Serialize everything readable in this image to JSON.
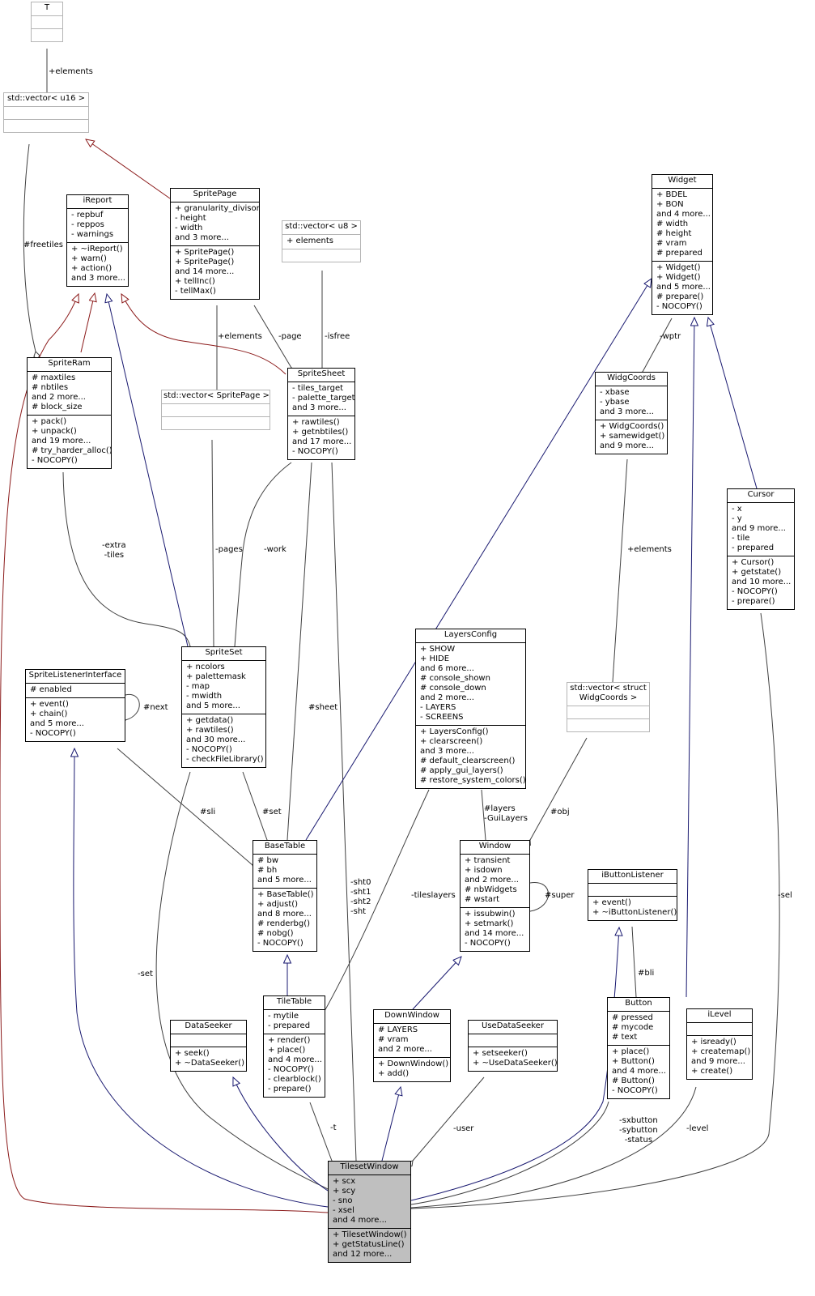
{
  "colors": {
    "inheritance_private": "#8b1a1a",
    "inheritance_public": "#191970",
    "usage": "#404040",
    "external_border": "#b5b5b5",
    "focus_fill": "#bfbfbf"
  },
  "classes": {
    "T": {
      "title": "T",
      "sections": [
        [],
        []
      ]
    },
    "vec_u16": {
      "title": "std::vector< u16 >",
      "sections": [
        [],
        []
      ]
    },
    "iReport": {
      "title": "iReport",
      "sections": [
        [
          "- repbuf",
          "- reppos",
          "- warnings"
        ],
        [
          "+ ~iReport()",
          "+ warn()",
          "+ action()",
          "and 3 more..."
        ]
      ]
    },
    "SpritePage": {
      "title": "SpritePage",
      "sections": [
        [
          "+ granularity_divisor",
          "- height",
          "- width",
          "and 3 more..."
        ],
        [
          "+ SpritePage()",
          "+ SpritePage()",
          "and 14 more...",
          "+ tellInc()",
          "- tellMax()"
        ]
      ]
    },
    "vec_u8": {
      "title": "std::vector< u8 >",
      "sections": [
        [
          "+ elements"
        ],
        []
      ]
    },
    "Widget": {
      "title": "Widget",
      "sections": [
        [
          "+ BDEL",
          "+ BON",
          "and 4 more...",
          "# width",
          "# height",
          "# vram",
          "# prepared"
        ],
        [
          "+ Widget()",
          "+ Widget()",
          "and 5 more...",
          "# prepare()",
          "- NOCOPY()"
        ]
      ]
    },
    "SpriteRam": {
      "title": "SpriteRam",
      "sections": [
        [
          "# maxtiles",
          "# nbtiles",
          "and 2 more...",
          "# block_size"
        ],
        [
          "+ pack()",
          "+ unpack()",
          "and 19 more...",
          "# try_harder_alloc()",
          "- NOCOPY()"
        ]
      ]
    },
    "SpriteSheet": {
      "title": "SpriteSheet",
      "sections": [
        [
          "- tiles_target",
          "- palette_target",
          "and 3 more..."
        ],
        [
          "+ rawtiles()",
          "+ getnbtiles()",
          "and 17 more...",
          "- NOCOPY()"
        ]
      ]
    },
    "vec_SpritePage": {
      "title": "std::vector< SpritePage >",
      "sections": [
        [],
        []
      ]
    },
    "WidgCoords": {
      "title": "WidgCoords",
      "sections": [
        [
          "- xbase",
          "- ybase",
          "and 3 more..."
        ],
        [
          "+ WidgCoords()",
          "+ samewidget()",
          "and 9 more..."
        ]
      ]
    },
    "Cursor": {
      "title": "Cursor",
      "sections": [
        [
          "- x",
          "- y",
          "and 9 more...",
          "- tile",
          "- prepared"
        ],
        [
          "+ Cursor()",
          "+ getstate()",
          "and 10 more...",
          "- NOCOPY()",
          "- prepare()"
        ]
      ]
    },
    "SpriteListenerInterface": {
      "title": "SpriteListenerInterface",
      "sections": [
        [
          "# enabled"
        ],
        [
          "+ event()",
          "+ chain()",
          "and 5 more...",
          "- NOCOPY()"
        ]
      ]
    },
    "SpriteSet": {
      "title": "SpriteSet",
      "sections": [
        [
          "+ ncolors",
          "+ palettemask",
          "- map",
          "- mwidth",
          "and 5 more..."
        ],
        [
          "+ getdata()",
          "+ rawtiles()",
          "and 30 more...",
          "- NOCOPY()",
          "- checkFileLibrary()"
        ]
      ]
    },
    "LayersConfig": {
      "title": "LayersConfig",
      "sections": [
        [
          "+ SHOW",
          "+ HIDE",
          "and 6 more...",
          "# console_shown",
          "# console_down",
          "and 2 more...",
          "- LAYERS",
          "- SCREENS"
        ],
        [
          "+ LayersConfig()",
          "+ clearscreen()",
          "and 3 more...",
          "# default_clearscreen()",
          "# apply_gui_layers()",
          "# restore_system_colors()"
        ]
      ]
    },
    "vec_WidgCoords": {
      "title": "std::vector< struct\nWidgCoords >",
      "sections": [
        [],
        []
      ]
    },
    "BaseTable": {
      "title": "BaseTable",
      "sections": [
        [
          "# bw",
          "# bh",
          "and 5 more..."
        ],
        [
          "+ BaseTable()",
          "+ adjust()",
          "and 8 more...",
          "# renderbg()",
          "# nobg()",
          "- NOCOPY()"
        ]
      ]
    },
    "Window": {
      "title": "Window",
      "sections": [
        [
          "+ transient",
          "+ isdown",
          "and 2 more...",
          "# nbWidgets",
          "# wstart"
        ],
        [
          "+ issubwin()",
          "+ setmark()",
          "and 14 more...",
          "- NOCOPY()"
        ]
      ]
    },
    "iButtonListener": {
      "title": "iButtonListener",
      "sections": [
        [],
        [
          "+ event()",
          "+ ~iButtonListener()"
        ]
      ]
    },
    "TileTable": {
      "title": "TileTable",
      "sections": [
        [
          "- mytile",
          "- prepared"
        ],
        [
          "+ render()",
          "+ place()",
          "and 4 more...",
          "- NOCOPY()",
          "- clearblock()",
          "- prepare()"
        ]
      ]
    },
    "Button": {
      "title": "Button",
      "sections": [
        [
          "# pressed",
          "# mycode",
          "# text"
        ],
        [
          "+ place()",
          "+ Button()",
          "and 4 more...",
          "# Button()",
          "- NOCOPY()"
        ]
      ]
    },
    "DataSeeker": {
      "title": "DataSeeker",
      "sections": [
        [],
        [
          "+ seek()",
          "+ ~DataSeeker()"
        ]
      ]
    },
    "DownWindow": {
      "title": "DownWindow",
      "sections": [
        [
          "# LAYERS",
          "# vram",
          "and 2 more..."
        ],
        [
          "+ DownWindow()",
          "+ add()"
        ]
      ]
    },
    "UseDataSeeker": {
      "title": "UseDataSeeker",
      "sections": [
        [],
        [
          "+ setseeker()",
          "+ ~UseDataSeeker()"
        ]
      ]
    },
    "iLevel": {
      "title": "iLevel",
      "sections": [
        [],
        [
          "+ isready()",
          "+ createmap()",
          "and 9 more...",
          "+ create()"
        ]
      ]
    },
    "TilesetWindow": {
      "title": "TilesetWindow",
      "sections": [
        [
          "+ scx",
          "+ scy",
          "- sno",
          "- xsel",
          "and 4 more..."
        ],
        [
          "+ TilesetWindow()",
          "+ getStatusLine()",
          "and 12 more..."
        ]
      ]
    }
  },
  "labels": {
    "elements_T": "+elements",
    "freetiles": "#freetiles",
    "elements_sp": "+elements",
    "page": "-page",
    "isfree": "-isfree",
    "wptr": "-wptr",
    "extra_tiles": "-extra\n-tiles",
    "pages": "-pages",
    "work": "-work",
    "elements_wc": "+elements",
    "next": "#next",
    "sheet": "#sheet",
    "sli": "#sli",
    "set_bt": "#set",
    "layers": "#layers\n-GuiLayers",
    "obj": "#obj",
    "super": "#super",
    "sht": "-sht0\n-sht1\n-sht2\n-sht",
    "tileslayers": "-tileslayers",
    "sel": "-sel",
    "bli": "#bli",
    "set_tw": "-set",
    "t": "-t",
    "user": "-user",
    "buttons": "-sxbutton\n-sybutton\n-status",
    "level": "-level"
  }
}
